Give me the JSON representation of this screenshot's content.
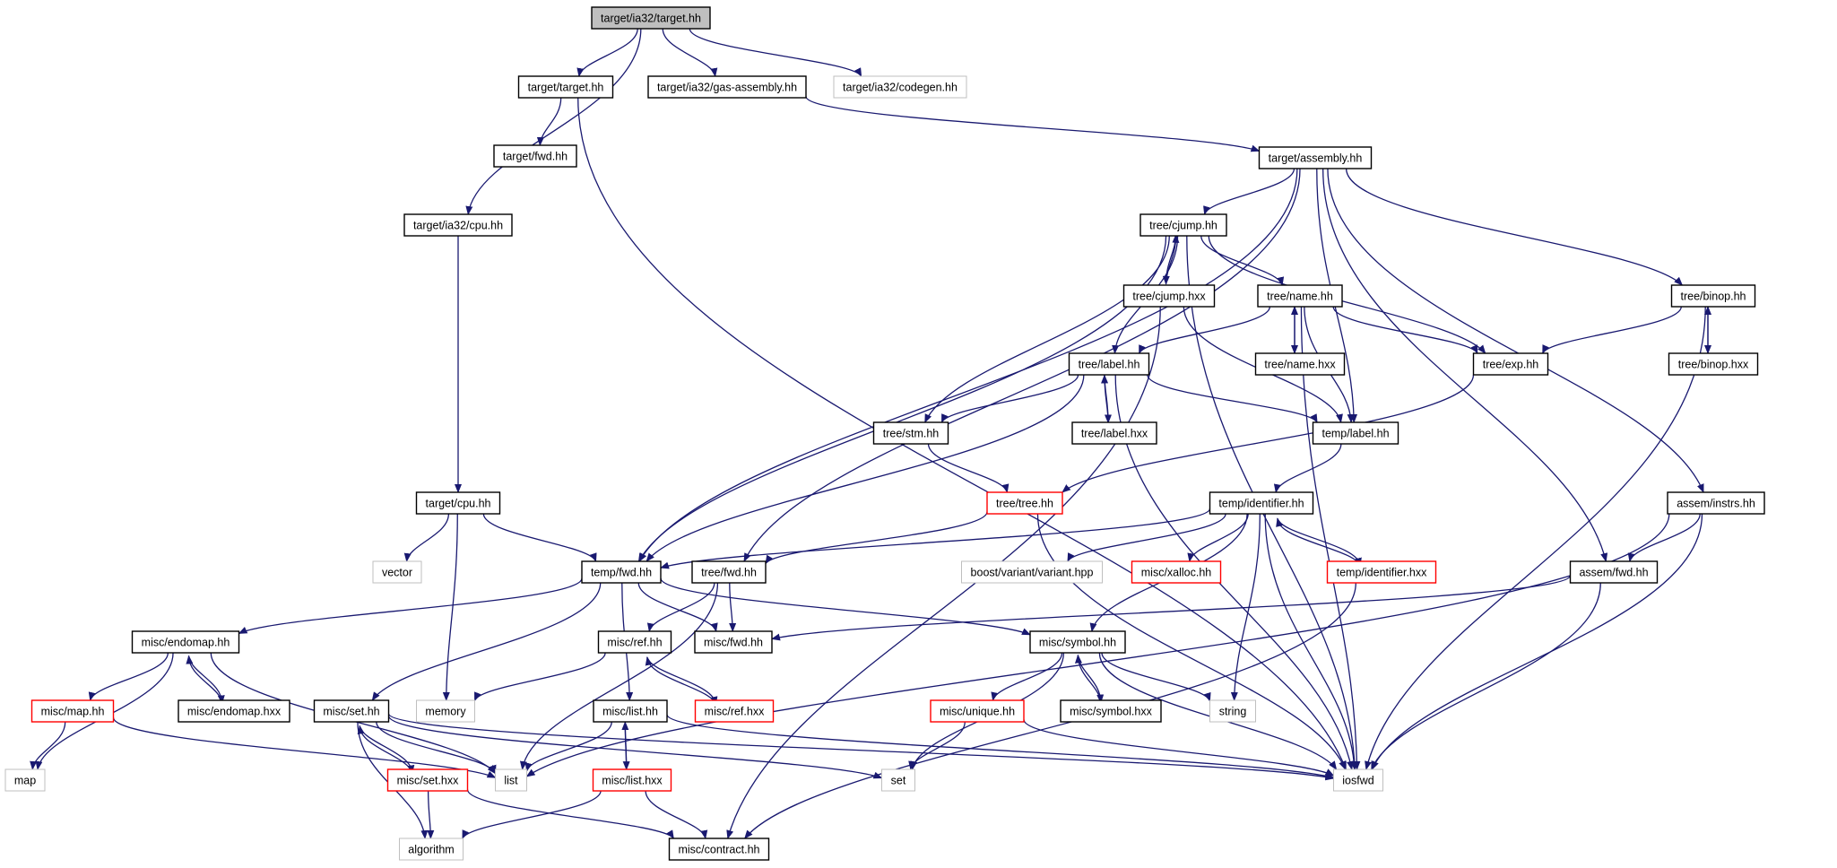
{
  "colors": {
    "edge": "#191970",
    "box_normal": "#000000",
    "box_truncated": "#ff0000",
    "box_external": "#bfbfbf",
    "focus_fill": "#bfbfbf",
    "text": "#000000"
  },
  "nodes": [
    {
      "id": "n_target_ia32_target",
      "label": "target/ia32/target.hh",
      "kind": "focus"
    },
    {
      "id": "n_target_target",
      "label": "target/target.hh",
      "kind": "normal"
    },
    {
      "id": "n_target_ia32_gas",
      "label": "target/ia32/gas-assembly.hh",
      "kind": "normal"
    },
    {
      "id": "n_target_ia32_codegen",
      "label": "target/ia32/codegen.hh",
      "kind": "external"
    },
    {
      "id": "n_target_fwd",
      "label": "target/fwd.hh",
      "kind": "normal"
    },
    {
      "id": "n_target_assembly",
      "label": "target/assembly.hh",
      "kind": "normal"
    },
    {
      "id": "n_target_ia32_cpu",
      "label": "target/ia32/cpu.hh",
      "kind": "normal"
    },
    {
      "id": "n_tree_cjump",
      "label": "tree/cjump.hh",
      "kind": "normal"
    },
    {
      "id": "n_tree_cjump_hxx",
      "label": "tree/cjump.hxx",
      "kind": "normal"
    },
    {
      "id": "n_tree_name",
      "label": "tree/name.hh",
      "kind": "normal"
    },
    {
      "id": "n_tree_binop",
      "label": "tree/binop.hh",
      "kind": "normal"
    },
    {
      "id": "n_tree_name_hxx",
      "label": "tree/name.hxx",
      "kind": "normal"
    },
    {
      "id": "n_tree_binop_hxx",
      "label": "tree/binop.hxx",
      "kind": "normal"
    },
    {
      "id": "n_tree_label",
      "label": "tree/label.hh",
      "kind": "normal"
    },
    {
      "id": "n_tree_exp",
      "label": "tree/exp.hh",
      "kind": "normal"
    },
    {
      "id": "n_tree_stm",
      "label": "tree/stm.hh",
      "kind": "normal"
    },
    {
      "id": "n_tree_label_hxx",
      "label": "tree/label.hxx",
      "kind": "normal"
    },
    {
      "id": "n_temp_label",
      "label": "temp/label.hh",
      "kind": "normal"
    },
    {
      "id": "n_target_cpu",
      "label": "target/cpu.hh",
      "kind": "normal"
    },
    {
      "id": "n_tree_tree",
      "label": "tree/tree.hh",
      "kind": "truncated"
    },
    {
      "id": "n_temp_identifier",
      "label": "temp/identifier.hh",
      "kind": "normal"
    },
    {
      "id": "n_assem_instrs",
      "label": "assem/instrs.hh",
      "kind": "normal"
    },
    {
      "id": "n_vector",
      "label": "vector",
      "kind": "external"
    },
    {
      "id": "n_temp_fwd",
      "label": "temp/fwd.hh",
      "kind": "normal"
    },
    {
      "id": "n_tree_fwd",
      "label": "tree/fwd.hh",
      "kind": "normal"
    },
    {
      "id": "n_boost_variant",
      "label": "boost/variant/variant.hpp",
      "kind": "external"
    },
    {
      "id": "n_misc_xalloc",
      "label": "misc/xalloc.hh",
      "kind": "truncated"
    },
    {
      "id": "n_temp_identifier_hxx",
      "label": "temp/identifier.hxx",
      "kind": "truncated"
    },
    {
      "id": "n_assem_fwd",
      "label": "assem/fwd.hh",
      "kind": "normal"
    },
    {
      "id": "n_misc_endomap",
      "label": "misc/endomap.hh",
      "kind": "normal"
    },
    {
      "id": "n_misc_ref",
      "label": "misc/ref.hh",
      "kind": "normal"
    },
    {
      "id": "n_misc_fwd",
      "label": "misc/fwd.hh",
      "kind": "normal"
    },
    {
      "id": "n_misc_symbol",
      "label": "misc/symbol.hh",
      "kind": "normal"
    },
    {
      "id": "n_misc_map",
      "label": "misc/map.hh",
      "kind": "truncated"
    },
    {
      "id": "n_misc_endomap_hxx",
      "label": "misc/endomap.hxx",
      "kind": "normal"
    },
    {
      "id": "n_misc_set",
      "label": "misc/set.hh",
      "kind": "normal"
    },
    {
      "id": "n_memory",
      "label": "memory",
      "kind": "external"
    },
    {
      "id": "n_misc_list",
      "label": "misc/list.hh",
      "kind": "normal"
    },
    {
      "id": "n_misc_ref_hxx",
      "label": "misc/ref.hxx",
      "kind": "truncated"
    },
    {
      "id": "n_misc_unique",
      "label": "misc/unique.hh",
      "kind": "truncated"
    },
    {
      "id": "n_misc_symbol_hxx",
      "label": "misc/symbol.hxx",
      "kind": "normal"
    },
    {
      "id": "n_string",
      "label": "string",
      "kind": "external"
    },
    {
      "id": "n_map",
      "label": "map",
      "kind": "external"
    },
    {
      "id": "n_misc_set_hxx",
      "label": "misc/set.hxx",
      "kind": "truncated"
    },
    {
      "id": "n_list",
      "label": "list",
      "kind": "external"
    },
    {
      "id": "n_misc_list_hxx",
      "label": "misc/list.hxx",
      "kind": "truncated"
    },
    {
      "id": "n_set",
      "label": "set",
      "kind": "external"
    },
    {
      "id": "n_iosfwd",
      "label": "iosfwd",
      "kind": "external"
    },
    {
      "id": "n_algorithm",
      "label": "algorithm",
      "kind": "external"
    },
    {
      "id": "n_misc_contract",
      "label": "misc/contract.hh",
      "kind": "normal"
    }
  ],
  "edges": [
    [
      "n_target_ia32_target",
      "n_target_target"
    ],
    [
      "n_target_ia32_target",
      "n_target_ia32_gas"
    ],
    [
      "n_target_ia32_target",
      "n_target_ia32_codegen"
    ],
    [
      "n_target_ia32_target",
      "n_target_ia32_cpu"
    ],
    [
      "n_target_target",
      "n_target_fwd"
    ],
    [
      "n_target_target",
      "n_iosfwd"
    ],
    [
      "n_target_ia32_gas",
      "n_target_assembly"
    ],
    [
      "n_target_ia32_cpu",
      "n_target_cpu"
    ],
    [
      "n_target_assembly",
      "n_tree_cjump"
    ],
    [
      "n_target_assembly",
      "n_temp_fwd"
    ],
    [
      "n_target_assembly",
      "n_tree_fwd"
    ],
    [
      "n_target_assembly",
      "n_temp_label"
    ],
    [
      "n_target_assembly",
      "n_tree_binop"
    ],
    [
      "n_target_assembly",
      "n_assem_instrs"
    ],
    [
      "n_target_assembly",
      "n_assem_fwd"
    ],
    [
      "n_tree_cjump",
      "n_tree_cjump_hxx"
    ],
    [
      "n_tree_cjump_hxx",
      "n_tree_cjump"
    ],
    [
      "n_tree_cjump",
      "n_tree_name"
    ],
    [
      "n_tree_cjump",
      "n_tree_exp"
    ],
    [
      "n_tree_cjump",
      "n_tree_label"
    ],
    [
      "n_tree_cjump",
      "n_tree_stm"
    ],
    [
      "n_tree_cjump",
      "n_temp_fwd"
    ],
    [
      "n_tree_cjump",
      "n_iosfwd"
    ],
    [
      "n_tree_cjump_hxx",
      "n_temp_label"
    ],
    [
      "n_tree_cjump_hxx",
      "n_misc_contract"
    ],
    [
      "n_tree_name",
      "n_tree_name_hxx"
    ],
    [
      "n_tree_name_hxx",
      "n_tree_name"
    ],
    [
      "n_tree_name",
      "n_tree_label"
    ],
    [
      "n_tree_name",
      "n_tree_exp"
    ],
    [
      "n_tree_name",
      "n_temp_label"
    ],
    [
      "n_tree_name",
      "n_iosfwd"
    ],
    [
      "n_tree_binop",
      "n_tree_binop_hxx"
    ],
    [
      "n_tree_binop_hxx",
      "n_tree_binop"
    ],
    [
      "n_tree_binop",
      "n_tree_exp"
    ],
    [
      "n_tree_binop",
      "n_iosfwd"
    ],
    [
      "n_tree_label",
      "n_tree_label_hxx"
    ],
    [
      "n_tree_label_hxx",
      "n_tree_label"
    ],
    [
      "n_tree_label",
      "n_tree_stm"
    ],
    [
      "n_tree_label",
      "n_temp_label"
    ],
    [
      "n_tree_label",
      "n_temp_fwd"
    ],
    [
      "n_tree_label",
      "n_iosfwd"
    ],
    [
      "n_tree_exp",
      "n_tree_tree"
    ],
    [
      "n_tree_stm",
      "n_tree_tree"
    ],
    [
      "n_tree_tree",
      "n_tree_fwd"
    ],
    [
      "n_tree_tree",
      "n_iosfwd"
    ],
    [
      "n_temp_label",
      "n_temp_identifier"
    ],
    [
      "n_temp_identifier",
      "n_temp_fwd"
    ],
    [
      "n_temp_identifier",
      "n_boost_variant"
    ],
    [
      "n_temp_identifier",
      "n_misc_xalloc"
    ],
    [
      "n_temp_identifier",
      "n_temp_identifier_hxx"
    ],
    [
      "n_temp_identifier_hxx",
      "n_temp_identifier"
    ],
    [
      "n_temp_identifier",
      "n_misc_symbol"
    ],
    [
      "n_temp_identifier",
      "n_string"
    ],
    [
      "n_temp_identifier",
      "n_iosfwd"
    ],
    [
      "n_temp_identifier_hxx",
      "n_misc_contract"
    ],
    [
      "n_target_cpu",
      "n_vector"
    ],
    [
      "n_target_cpu",
      "n_temp_fwd"
    ],
    [
      "n_target_cpu",
      "n_memory"
    ],
    [
      "n_assem_instrs",
      "n_assem_fwd"
    ],
    [
      "n_assem_instrs",
      "n_list"
    ],
    [
      "n_assem_instrs",
      "n_iosfwd"
    ],
    [
      "n_assem_fwd",
      "n_misc_fwd"
    ],
    [
      "n_assem_fwd",
      "n_iosfwd"
    ],
    [
      "n_temp_fwd",
      "n_misc_endomap"
    ],
    [
      "n_temp_fwd",
      "n_misc_fwd"
    ],
    [
      "n_temp_fwd",
      "n_misc_set"
    ],
    [
      "n_temp_fwd",
      "n_misc_list"
    ],
    [
      "n_temp_fwd",
      "n_misc_symbol"
    ],
    [
      "n_tree_fwd",
      "n_misc_ref"
    ],
    [
      "n_tree_fwd",
      "n_misc_fwd"
    ],
    [
      "n_tree_fwd",
      "n_list"
    ],
    [
      "n_misc_endomap",
      "n_misc_map"
    ],
    [
      "n_misc_endomap",
      "n_misc_endomap_hxx"
    ],
    [
      "n_misc_endomap_hxx",
      "n_misc_endomap"
    ],
    [
      "n_misc_endomap",
      "n_map"
    ],
    [
      "n_misc_endomap",
      "n_list"
    ],
    [
      "n_misc_map",
      "n_map"
    ],
    [
      "n_misc_map",
      "n_list"
    ],
    [
      "n_misc_ref",
      "n_misc_ref_hxx"
    ],
    [
      "n_misc_ref_hxx",
      "n_misc_ref"
    ],
    [
      "n_misc_ref",
      "n_memory"
    ],
    [
      "n_misc_symbol",
      "n_misc_unique"
    ],
    [
      "n_misc_symbol",
      "n_misc_symbol_hxx"
    ],
    [
      "n_misc_symbol_hxx",
      "n_misc_symbol"
    ],
    [
      "n_misc_symbol",
      "n_string"
    ],
    [
      "n_misc_symbol",
      "n_set"
    ],
    [
      "n_misc_symbol",
      "n_iosfwd"
    ],
    [
      "n_misc_unique",
      "n_set"
    ],
    [
      "n_misc_unique",
      "n_iosfwd"
    ],
    [
      "n_misc_set",
      "n_misc_set_hxx"
    ],
    [
      "n_misc_set_hxx",
      "n_misc_set"
    ],
    [
      "n_misc_set",
      "n_list"
    ],
    [
      "n_misc_set",
      "n_set"
    ],
    [
      "n_misc_set",
      "n_algorithm"
    ],
    [
      "n_misc_set",
      "n_iosfwd"
    ],
    [
      "n_misc_set_hxx",
      "n_algorithm"
    ],
    [
      "n_misc_set_hxx",
      "n_misc_contract"
    ],
    [
      "n_misc_list",
      "n_misc_list_hxx"
    ],
    [
      "n_misc_list_hxx",
      "n_misc_list"
    ],
    [
      "n_misc_list",
      "n_list"
    ],
    [
      "n_misc_list",
      "n_iosfwd"
    ],
    [
      "n_misc_list_hxx",
      "n_algorithm"
    ],
    [
      "n_misc_list_hxx",
      "n_misc_contract"
    ]
  ]
}
